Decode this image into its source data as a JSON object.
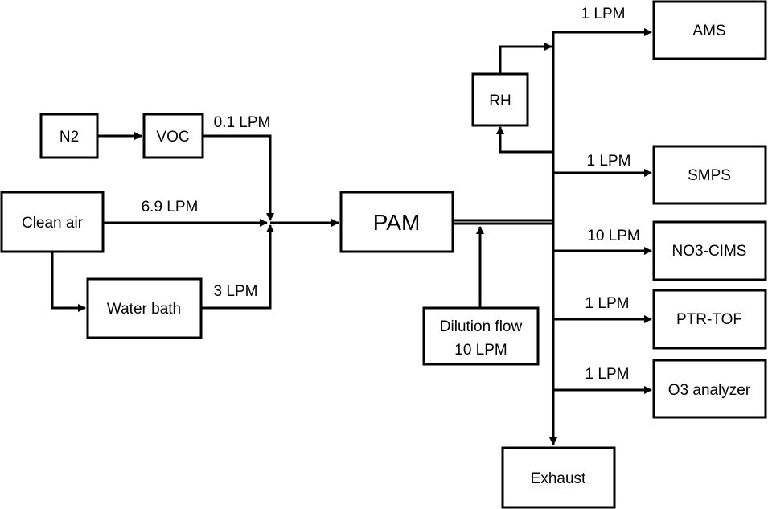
{
  "nodes": {
    "n2": "N2",
    "voc": "VOC",
    "clean_air": "Clean air",
    "water_bath": "Water bath",
    "pam": "PAM",
    "dilution_line1": "Dilution flow",
    "dilution_line2": "10 LPM",
    "rh": "RH",
    "ams": "AMS",
    "smps": "SMPS",
    "no3_cims": "NO3-CIMS",
    "ptr_tof": "PTR-TOF",
    "o3_analyzer": "O3 analyzer",
    "exhaust": "Exhaust"
  },
  "flows": {
    "voc": "0.1 LPM",
    "clean_air": "6.9 LPM",
    "water_bath": "3 LPM",
    "ams": "1 LPM",
    "smps": "1 LPM",
    "no3_cims": "10 LPM",
    "ptr_tof": "1 LPM",
    "o3_analyzer": "1 LPM"
  },
  "colors": {
    "stroke": "#000000",
    "background": "#ffffff"
  }
}
